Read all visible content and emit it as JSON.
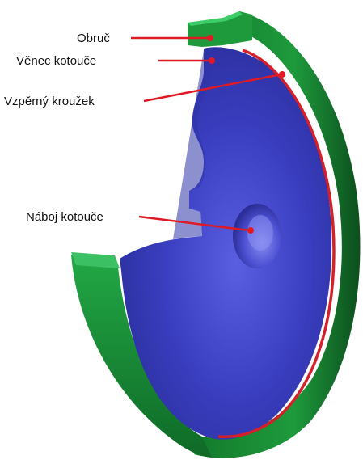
{
  "labels": {
    "rim": "Obruč",
    "wheel_rim": "Věnec kotouče",
    "retaining_ring": "Vzpěrný kroužek",
    "hub": "Náboj kotouče"
  },
  "colors": {
    "tyre_green": "#1e9a3c",
    "tyre_green_dark": "#0f5a22",
    "disc_blue": "#3a3ec0",
    "disc_blue_dark": "#22257a",
    "ring_red": "#d4202a",
    "pointer_red": "#e01a24"
  }
}
